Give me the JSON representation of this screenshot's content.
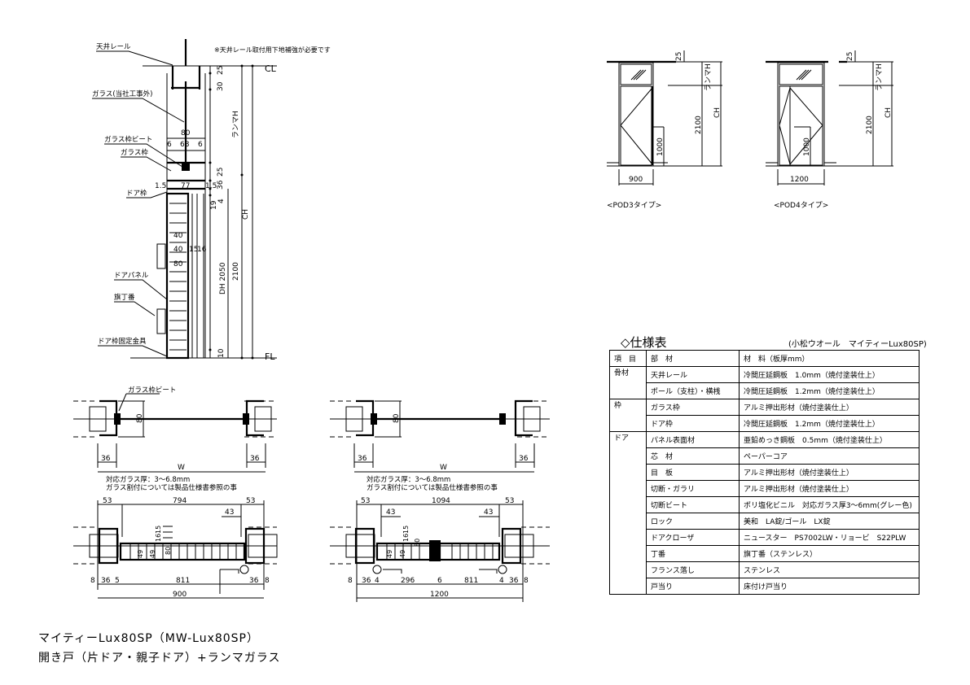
{
  "section": {
    "note": "※天井レール取付用下地補強が必要です",
    "labels": [
      "天井レール",
      "ガラス(当社工事外)",
      "ガラス枠ビート",
      "ガラス枠",
      "ドア枠",
      "ドアパネル",
      "旗丁番",
      "ドア枠固定金具"
    ],
    "levels": {
      "ceiling": "CL",
      "floor": "FL"
    },
    "dims": [
      "25",
      "30",
      "80",
      "6",
      "68",
      "6",
      "25",
      "36",
      "1.5",
      "77",
      "1.5",
      "19",
      "4",
      "40",
      "40",
      "15",
      "16",
      "80",
      "DH 2050",
      "2100",
      "10",
      "ランマH",
      "CH"
    ]
  },
  "plan_single_top": {
    "label": "ガラス枠ビート",
    "dims": [
      "80",
      "36",
      "36",
      "W"
    ]
  },
  "plan_double_top": {
    "dims": [
      "80",
      "36",
      "36",
      "W"
    ]
  },
  "glass_notes": [
    "対応ガラス厚：3～6.8mm",
    "ガラス割付については製品仕様書参照の事"
  ],
  "plan_single_bottom": {
    "dims": [
      "53",
      "794",
      "53",
      "43",
      "15",
      "16",
      "80",
      "49",
      "49",
      "8",
      "36",
      "5",
      "811",
      "36",
      "8",
      "900"
    ]
  },
  "plan_double_bottom": {
    "dims": [
      "53",
      "1094",
      "53",
      "43",
      "43",
      "15",
      "16",
      "80",
      "49",
      "49",
      "8",
      "36",
      "4",
      "296",
      "6",
      "811",
      "4",
      "36",
      "8",
      "1200"
    ]
  },
  "elevations": [
    {
      "caption": "<POD3タイプ>",
      "dims": [
        "25",
        "ランマH",
        "2100",
        "CH",
        "1000",
        "900"
      ]
    },
    {
      "caption": "<POD4タイプ>",
      "dims": [
        "25",
        "ランマH",
        "2100",
        "CH",
        "1000",
        "1200"
      ]
    }
  ],
  "spec": {
    "title": "◇仕様表",
    "subtitle": "(小松ウオール　マイティーLux80SP)",
    "headers": [
      "項　目",
      "部　材",
      "材　料（板厚mm）"
    ],
    "rows": [
      [
        "骨材",
        "天井レール",
        "冷間圧延鋼板　1.0mm（焼付塗装仕上）"
      ],
      [
        "",
        "ポール（支柱）・横桟",
        "冷間圧延鋼板　1.2mm（焼付塗装仕上）"
      ],
      [
        "枠",
        "ガラス枠",
        "アルミ押出形材（焼付塗装仕上）"
      ],
      [
        "",
        "ドア枠",
        "冷間圧延鋼板　1.2mm（焼付塗装仕上）"
      ],
      [
        "ドア",
        "パネル表面材",
        "亜鉛めっき鋼板　0.5mm（焼付塗装仕上）"
      ],
      [
        "",
        "芯　材",
        "ペーパーコア"
      ],
      [
        "",
        "目　板",
        "アルミ押出形材（焼付塗装仕上）"
      ],
      [
        "",
        "切断・ガラリ",
        "アルミ押出形材（焼付塗装仕上）"
      ],
      [
        "",
        "切断ビート",
        "ポリ塩化ビニル　対応ガラス厚3～6mm(グレー色)"
      ],
      [
        "",
        "ロック",
        "美和　LA錠/ゴール　LX錠"
      ],
      [
        "",
        "ドアクローザ",
        "ニュースター　PS7002LW・リョービ　S22PLW"
      ],
      [
        "",
        "丁番",
        "旗丁番（ステンレス）"
      ],
      [
        "",
        "フランス落し",
        "ステンレス"
      ],
      [
        "",
        "戸当り",
        "床付け戸当り"
      ]
    ]
  },
  "title_block": {
    "line1": "マイティーLux80SP（MW-Lux80SP）",
    "line2": "開き戸（片ドア・親子ドア）+ランマガラス"
  }
}
